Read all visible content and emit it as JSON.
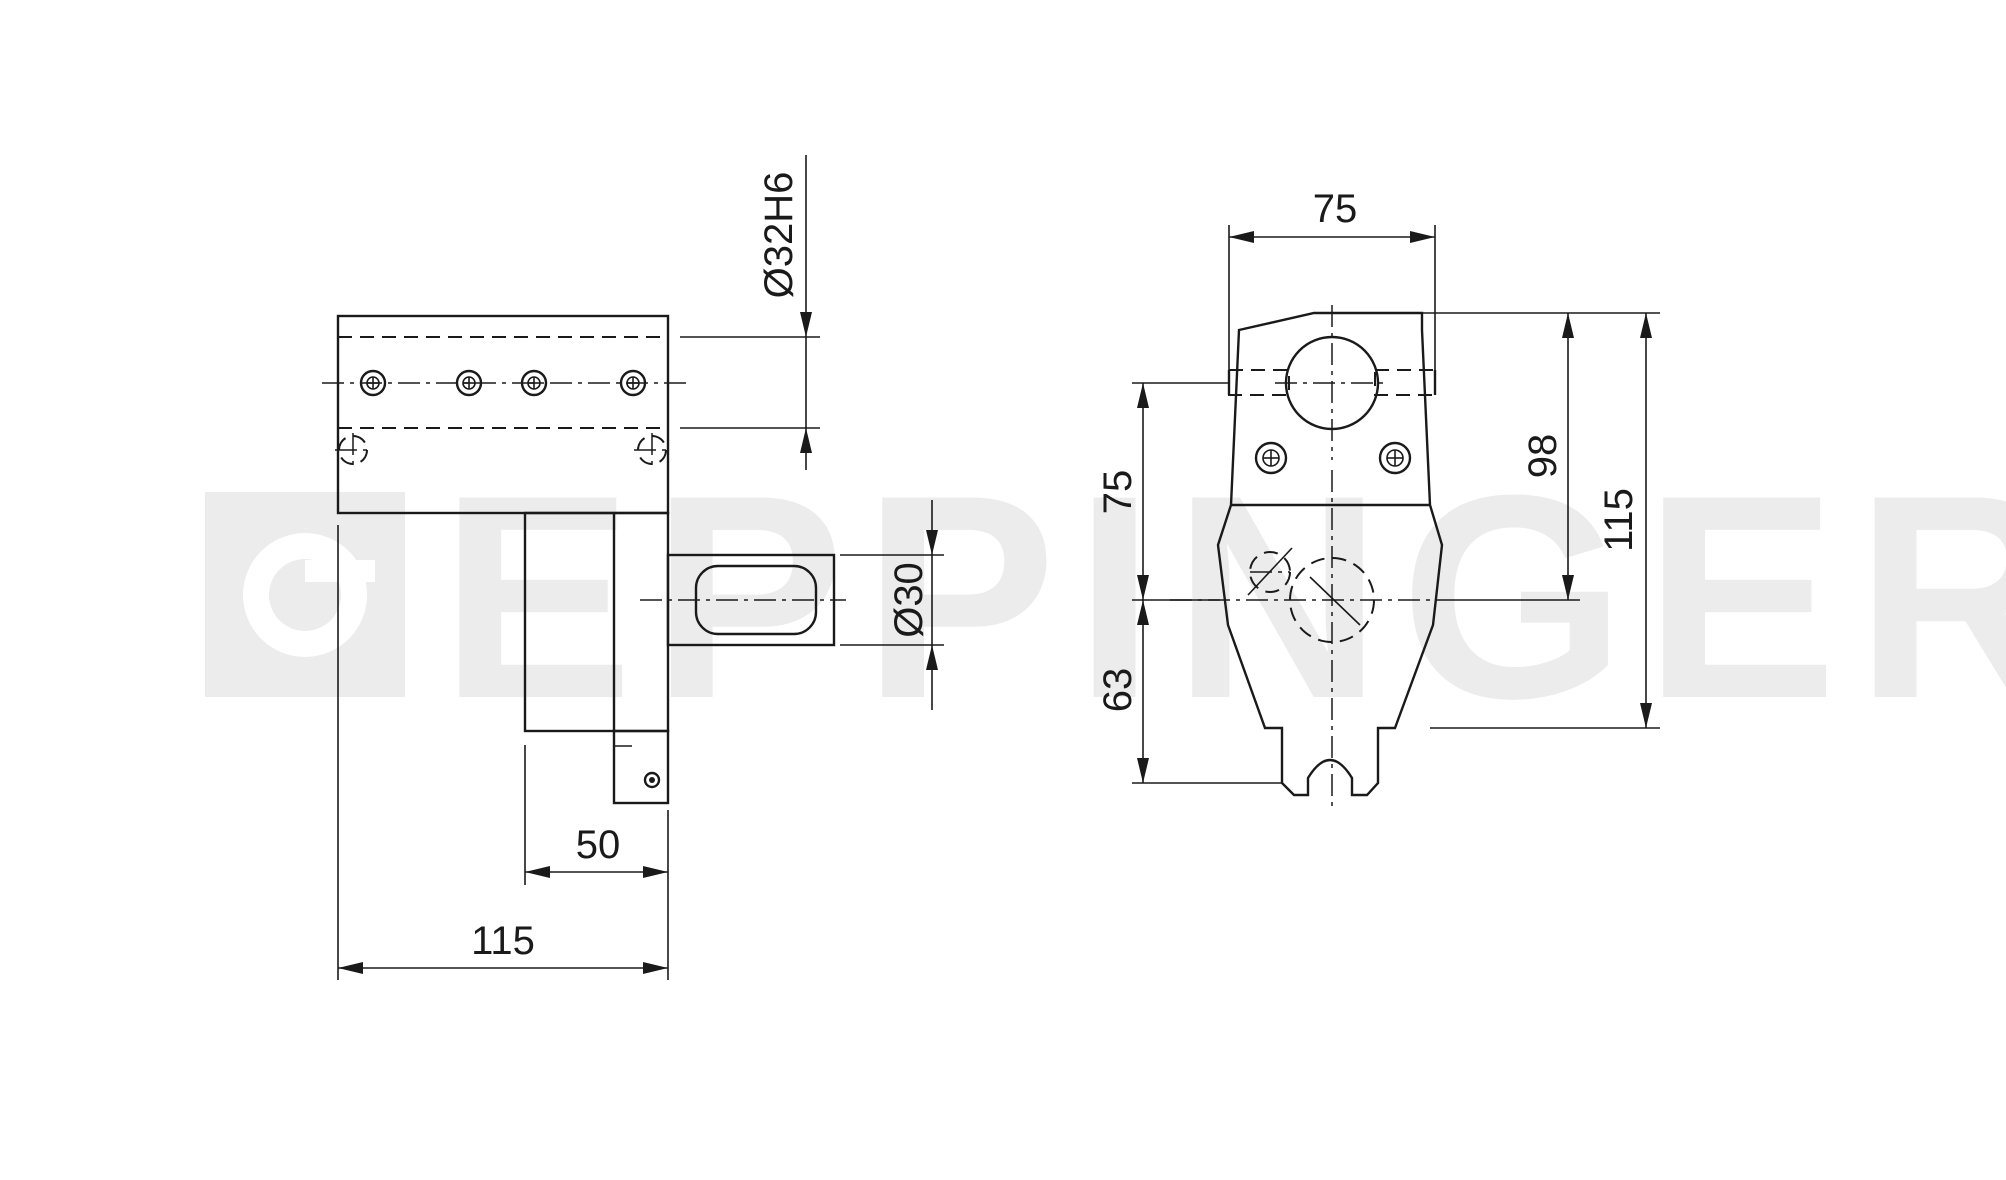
{
  "watermark": {
    "text": "EPPINGER",
    "logo_icon": "eppinger-logo-icon",
    "color": "#ececec"
  },
  "side_view": {
    "dim_bore": "Ø32H6",
    "dim_spindle": "Ø30",
    "dim_offset": "50",
    "dim_length": "115"
  },
  "front_view": {
    "dim_width": "75",
    "dim_height_upper": "75",
    "dim_height_lower": "63",
    "dim_height_98": "98",
    "dim_height_total": "115"
  },
  "colors": {
    "line": "#1a1a1a",
    "background": "#ffffff"
  }
}
